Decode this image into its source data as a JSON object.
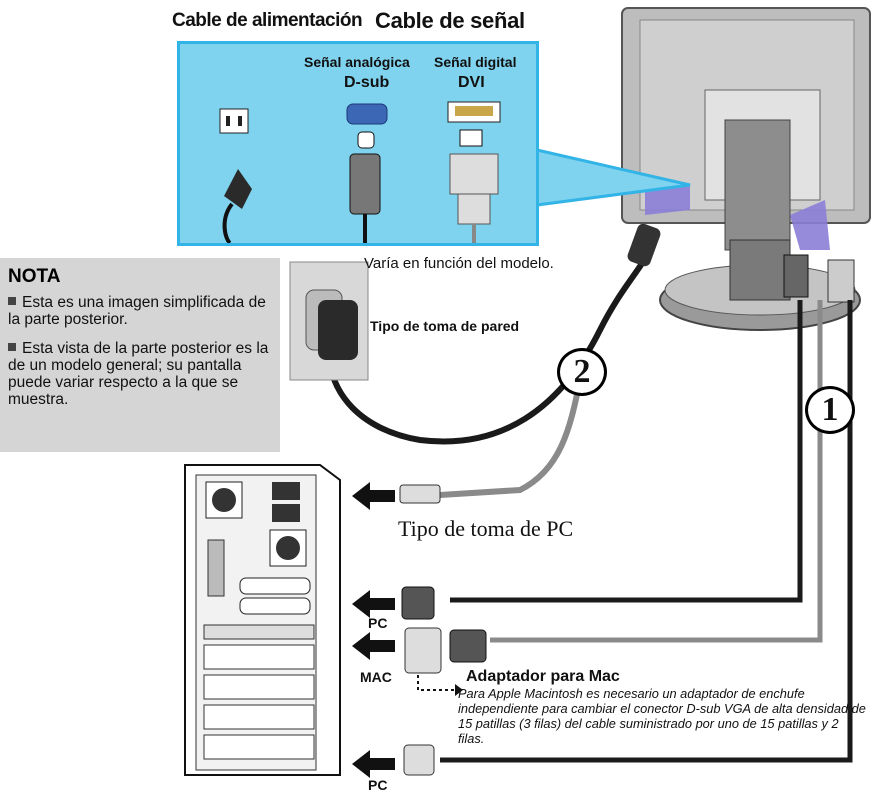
{
  "headers": {
    "power_cable": "Cable de alimentación",
    "signal_cable": "Cable de señal"
  },
  "connectors": {
    "analog_label": "Señal analógica",
    "analog_type": "D-sub",
    "digital_label": "Señal digital",
    "digital_type": "DVI"
  },
  "varies_note": "Varía en función del modelo.",
  "nota": {
    "title": "NOTA",
    "items": [
      "Esta es una imagen simplificada de la parte posterior.",
      "Esta vista de la parte posterior es la de un modelo general; su pantalla puede variar respecto a la que se muestra."
    ]
  },
  "wall_outlet_label": "Tipo de toma de pared",
  "pc_outlet_label": "Tipo de toma de PC",
  "numbers": {
    "one": "1",
    "two": "2"
  },
  "pc_labels": {
    "pc_top": "PC",
    "mac": "MAC",
    "pc_bottom": "PC"
  },
  "mac_adapter": {
    "title": "Adaptador para Mac",
    "description": "Para Apple Macintosh es necesario un adaptador de enchufe independiente para cambiar el conector D-sub VGA de alta densidad de 15 patillas (3 filas) del cable suministrado por uno de 15 patillas y 2 filas."
  },
  "colors": {
    "panel_fill": "#7fd3ef",
    "panel_border": "#33b4e6",
    "note_gray": "#d5d5d5",
    "cable_gray": "#8a8a8a",
    "cable_black": "#1a1a1a"
  }
}
